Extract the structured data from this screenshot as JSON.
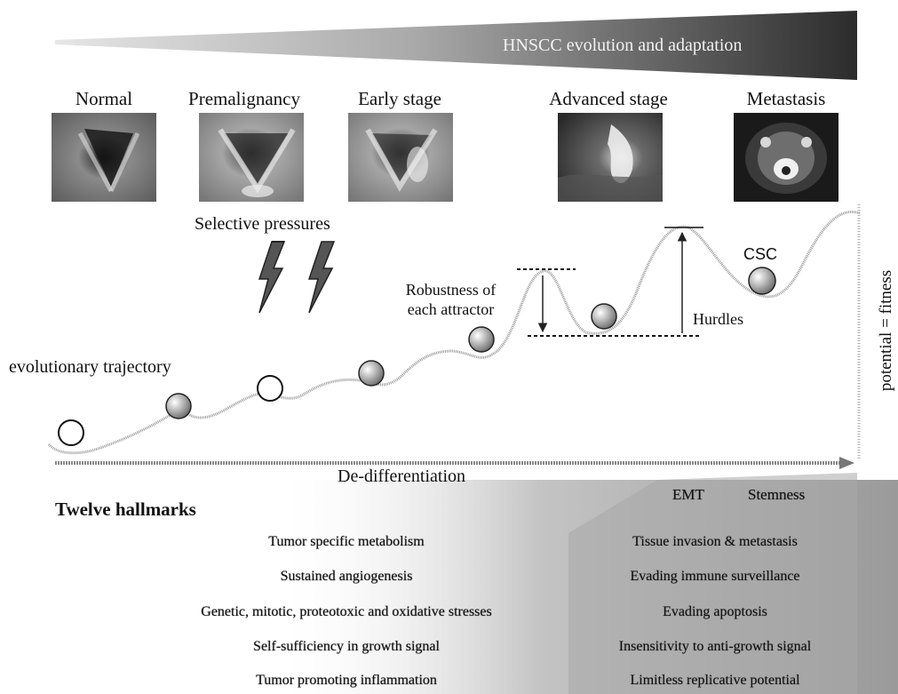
{
  "banner": {
    "title": "HNSCC evolution and adaptation"
  },
  "stages": [
    {
      "label": "Normal"
    },
    {
      "label": "Premalignancy"
    },
    {
      "label": "Early stage"
    },
    {
      "label": "Advanced stage"
    },
    {
      "label": "Metastasis"
    }
  ],
  "labels": {
    "selective_pressures": "Selective pressures",
    "robustness_line1": "Robustness of",
    "robustness_line2": "each attractor",
    "hurdles": "Hurdles",
    "csc": "CSC",
    "trajectory": "evolutionary trajectory",
    "potential": "potential = fitness",
    "dedifferentiation": "De-differentiation",
    "emt": "EMT",
    "stemness": "Stemness"
  },
  "hallmarks": {
    "title": "Twelve hallmarks",
    "left": [
      "Tumor specific metabolism",
      "Sustained angiogenesis",
      "Genetic, mitotic, proteotoxic and oxidative stresses",
      "Self-sufficiency in growth signal",
      "Tumor promoting inflammation"
    ],
    "right": [
      "Tissue invasion & metastasis",
      "Evading immune surveillance",
      "Evading apoptosis",
      "Insensitivity to anti-growth signal",
      "Limitless replicative potential"
    ]
  },
  "colors": {
    "ink": "#111111",
    "shade_dark": "#3a3a3a",
    "shade_light": "#bdbdbd"
  },
  "icons": [
    "lightning-bolt-icon",
    "lightning-bolt-icon"
  ]
}
